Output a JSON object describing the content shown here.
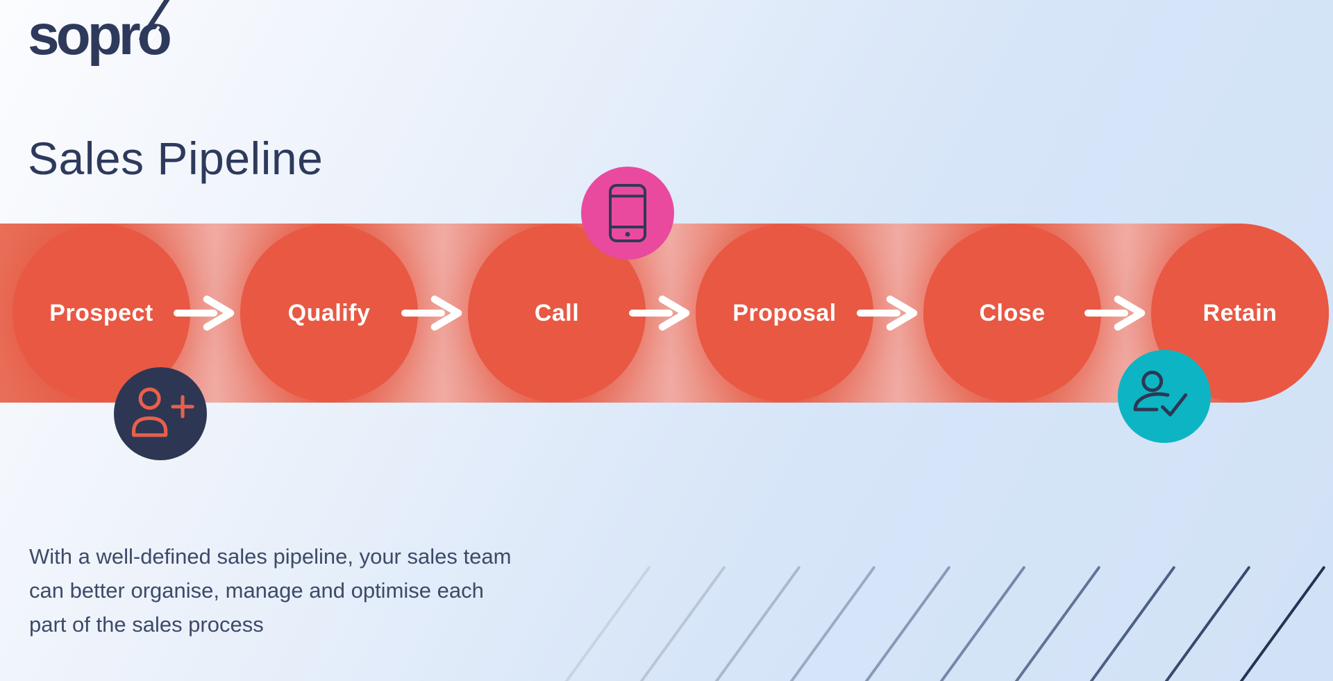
{
  "brand": {
    "logo_prefix": "sopr",
    "logo_o": "o",
    "logo_icon": "rocket-slash-o-icon"
  },
  "header": {
    "title": "Sales Pipeline"
  },
  "pipeline": {
    "stages": [
      {
        "label": "Prospect"
      },
      {
        "label": "Qualify"
      },
      {
        "label": "Call"
      },
      {
        "label": "Proposal"
      },
      {
        "label": "Close"
      },
      {
        "label": "Retain"
      }
    ],
    "arrow_icon": "arrow-right-icon",
    "circle_color": "#e85843",
    "band_glow_color": "#e4614b",
    "band_gap_color": "#f0aba3",
    "arrow_color": "#ffffff",
    "label_color": "#ffffff"
  },
  "decorations": {
    "call_badge": {
      "icon": "phone-icon",
      "bg": "#e94a9e",
      "icon_color": "#2f3a56"
    },
    "prospect_badge": {
      "icon": "person-plus-icon",
      "bg": "#2d3753",
      "icon_color": "#e8604c"
    },
    "retain_badge": {
      "icon": "person-check-icon",
      "bg": "#0db5c4",
      "icon_color": "#2d3753"
    },
    "hatch": {
      "colors": [
        "#c9d3e0",
        "#bac6d6",
        "#aab9cd",
        "#99abc3",
        "#8799b6",
        "#7487a8",
        "#607497",
        "#4b6084",
        "#374a6e",
        "#263355"
      ]
    }
  },
  "description": {
    "text": "With a well-defined sales pipeline, your sales team can better organise, manage and optimise each part of the sales process"
  },
  "theme": {
    "ink": "#2e3a5c",
    "text_color": "#3d4a68",
    "background_top": "#fbfcfe",
    "background_bottom": "#d6e5f8"
  }
}
